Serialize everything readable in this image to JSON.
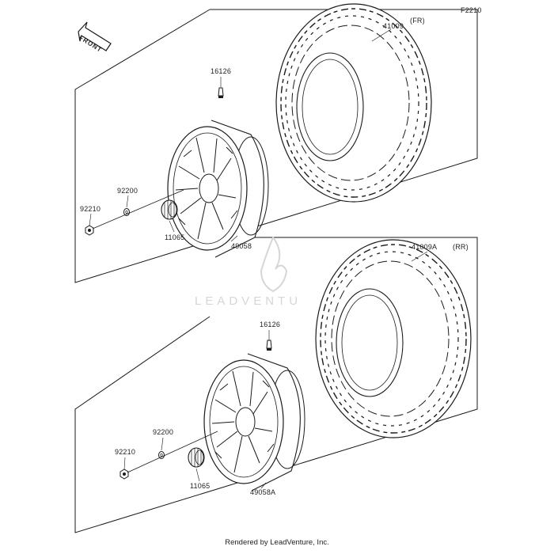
{
  "figure_code": "F2210",
  "direction_arrow": "FRONT",
  "front_group": {
    "position_tag": "(FR)",
    "tire": "41009",
    "valve": "16126",
    "washer": "92200",
    "nut": "92210",
    "cap": "11065",
    "wheel": "49058"
  },
  "rear_group": {
    "position_tag": "(RR)",
    "tire": "41009A",
    "valve": "16126",
    "washer": "92200",
    "nut": "92210",
    "cap": "11065",
    "wheel": "49058A"
  },
  "watermark": "LEADVENTU",
  "footer": "Rendered by LeadVenture, Inc.",
  "colors": {
    "line": "#1a1a1a",
    "watermark": "#d6d6d6"
  },
  "icons": [
    "front-arrow-icon",
    "watermark-flame-icon"
  ]
}
